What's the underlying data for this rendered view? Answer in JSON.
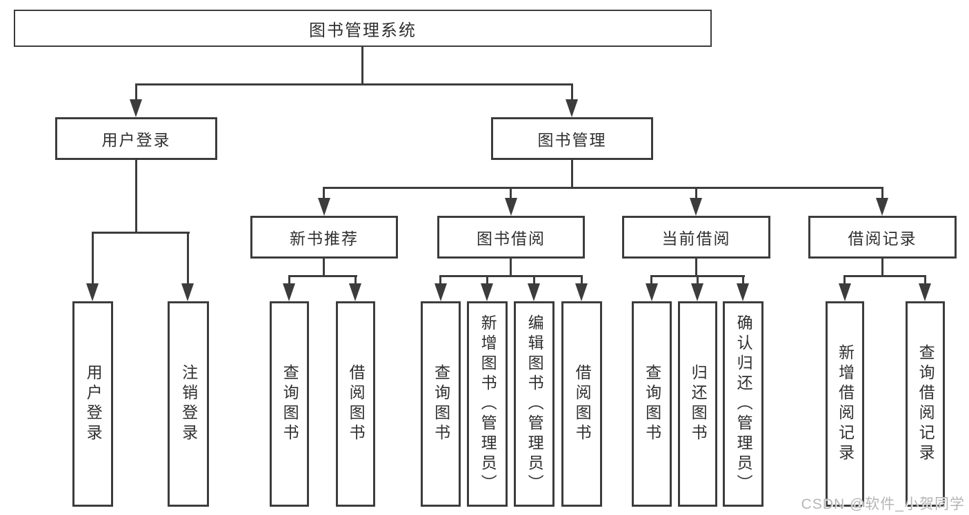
{
  "diagram": {
    "root": {
      "label": "图书管理系统"
    },
    "branches": [
      {
        "label": "用户登录",
        "children": [
          {
            "label": "用户登录"
          },
          {
            "label": "注销登录"
          }
        ]
      },
      {
        "label": "图书管理",
        "children": [
          {
            "label": "新书推荐",
            "children": [
              {
                "label": "查询图书"
              },
              {
                "label": "借阅图书"
              }
            ]
          },
          {
            "label": "图书借阅",
            "children": [
              {
                "label": "查询图书"
              },
              {
                "label": "新增图书（管理员）"
              },
              {
                "label": "编辑图书（管理员）"
              },
              {
                "label": "借阅图书"
              }
            ]
          },
          {
            "label": "当前借阅",
            "children": [
              {
                "label": "查询图书"
              },
              {
                "label": "归还图书"
              },
              {
                "label": "确认归还（管理员）"
              }
            ]
          },
          {
            "label": "借阅记录",
            "children": [
              {
                "label": "新增借阅记录"
              },
              {
                "label": "查询借阅记录"
              }
            ]
          }
        ]
      }
    ]
  },
  "watermark": "CSDN @软件_小贺同学",
  "colors": {
    "line": "#3c3c3c",
    "text": "#2f2f2f",
    "watermark": "#b5b5b5",
    "background": "#ffffff"
  }
}
